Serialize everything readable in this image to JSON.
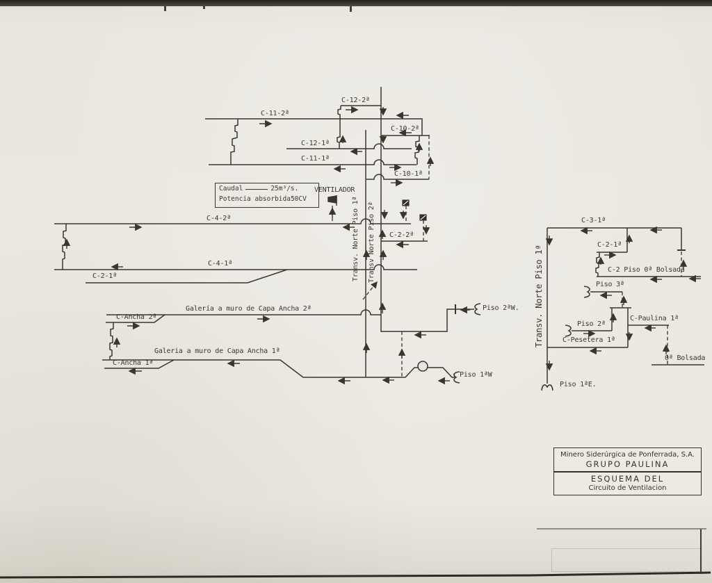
{
  "colors": {
    "paper": "#ebe8e1",
    "ink": "#38362f"
  },
  "info_box": {
    "caudal_label": "Caudal",
    "caudal_value": "25m³/s.",
    "potencia_line": "Potencia absorbida50CV"
  },
  "fan": {
    "label": "VENTILADOR"
  },
  "labels": {
    "c12_2": "C-12-2ª",
    "c11_2": "C-11-2ª",
    "c10_2": "C-10-2ª",
    "c12_1": "C-12-1ª",
    "c11_1": "C-11-1ª",
    "c10_1": "C-10-1ª",
    "c4_2": "C-4-2ª",
    "c2_2": "C-2-2ª",
    "c4_1": "C-4-1ª",
    "c2_1_left": "C-2-1ª",
    "galeria_2": "Galería a muro de Capa Ancha 2ª",
    "c_ancha_2": "C-Ancha 2ª",
    "galeria_1": "Galeria a muro de Capa Ancha 1ª",
    "c_ancha_1": "C-Ancha 1ª",
    "piso_2w": "Piso 2ªW.",
    "piso_1w": "Piso 1ªW",
    "c3_1": "C-3-1ª",
    "c2_1_right": "C-2-1ª",
    "c2_piso0_bolsada": "C-2 Piso 0ª Bolsada",
    "piso_3": "Piso 3ª",
    "c_paulina_1": "C-Paulina 1ª",
    "piso_2_right": "Piso 2ª",
    "c_pesetera_1": "C-Pesetera 1ª",
    "bolsada_0": "0ª Bolsada",
    "piso_1e": "Piso 1ªE."
  },
  "vertical_labels": {
    "transv_piso1_center": "Transv. Norte Piso 1ª",
    "transv_piso2_center": "Transv Norte Piso 2ª",
    "transv_piso1_right": "Transv. Norte Piso 1ª"
  },
  "title_block": {
    "company": "Minero Siderúrgica de Ponferrada, S.A.",
    "group": "GRUPO PAULINA",
    "title_line1": "ESQUEMA DEL",
    "title_line2": "Circuito de Ventilacion"
  }
}
